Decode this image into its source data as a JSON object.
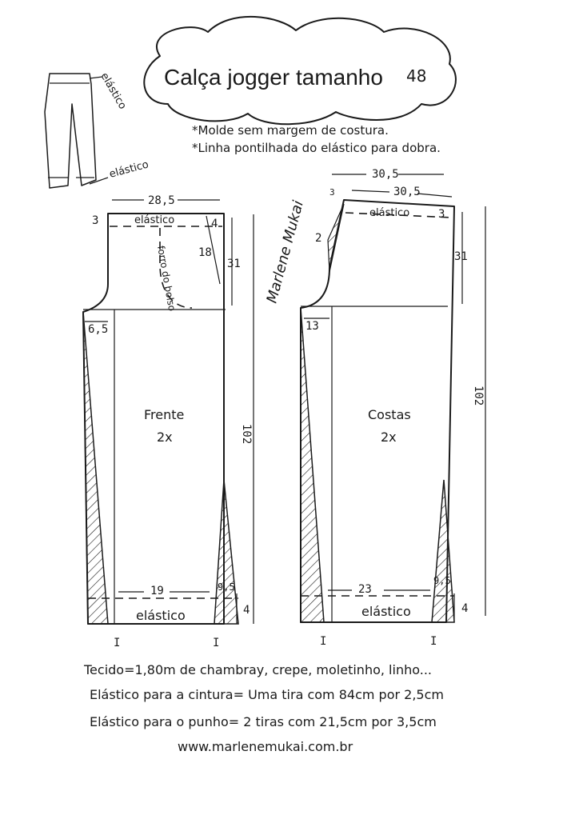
{
  "title": "Calça jogger tamanho",
  "size": "48",
  "notes": [
    "*Molde sem margem de costura.",
    "*Linha pontilhada do elástico para dobra."
  ],
  "sketch": {
    "waist_label": "elástico",
    "cuff_label": "elástico"
  },
  "signature": "Marlene Mukai",
  "front": {
    "name": "Frente",
    "count": "2x",
    "waist_width": "28,5",
    "waist_elastic_label": "elástico",
    "waist_elastic_height": "3",
    "pocket_top": "4",
    "pocket_depth": "18",
    "pocket_lining_label": "forro do bolso",
    "rise": "31",
    "crotch": "6,5",
    "length": "102",
    "hem_width": "19",
    "hem_side": "9,5",
    "cuff_label": "elástico",
    "cuff_height": "4",
    "grain_mark": "I"
  },
  "back": {
    "name": "Costas",
    "count": "2x",
    "waist_width_outer": "30,5",
    "waist_width": "30,5",
    "raise": "3",
    "dart": "2",
    "waist_elastic_label": "elástico",
    "waist_elastic_height": "3",
    "rise": "31",
    "crotch": "13",
    "length": "102",
    "hem_width": "23",
    "hem_side": "9,5",
    "cuff_label": "elástico",
    "cuff_height": "4",
    "grain_mark": "I"
  },
  "footer": {
    "fabric": "Tecido=1,80m de chambray, crepe, moletinho, linho...",
    "waist_elastic": "Elástico para a cintura= Uma tira com 84cm por 2,5cm",
    "cuff_elastic": "Elástico para o punho= 2 tiras com 21,5cm por 3,5cm",
    "website": "www.marlenemukai.com.br"
  }
}
